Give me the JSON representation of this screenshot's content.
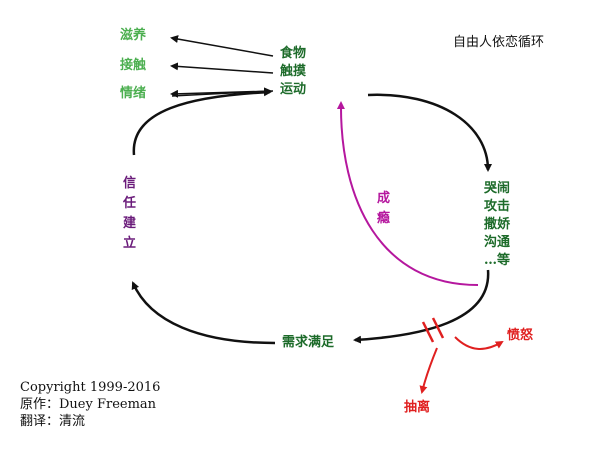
{
  "title": "自由人依恋循环",
  "left_needs": [
    "滋养",
    "接触",
    "情绪"
  ],
  "center_items": [
    "食物",
    "触摸",
    "运动"
  ],
  "right_behaviors": [
    "哭闹",
    "攻击",
    "撒娇",
    "沟通",
    "…等"
  ],
  "satisfaction": "需求满足",
  "trust": [
    "信",
    "任",
    "建",
    "立"
  ],
  "addiction": [
    "成",
    "瘾"
  ],
  "anger": "愤怒",
  "withdrawal": "抽离",
  "copyright": {
    "line1": "Copyright 1999-2016",
    "line2": "原作：Duey Freeman",
    "line3": "翻译：清流"
  },
  "colors": {
    "black": "#111111",
    "light_green": "#4caf50",
    "dark_green": "#1d6b2a",
    "purple": "#6a1b7a",
    "magenta": "#b5179e",
    "red": "#e02020"
  }
}
